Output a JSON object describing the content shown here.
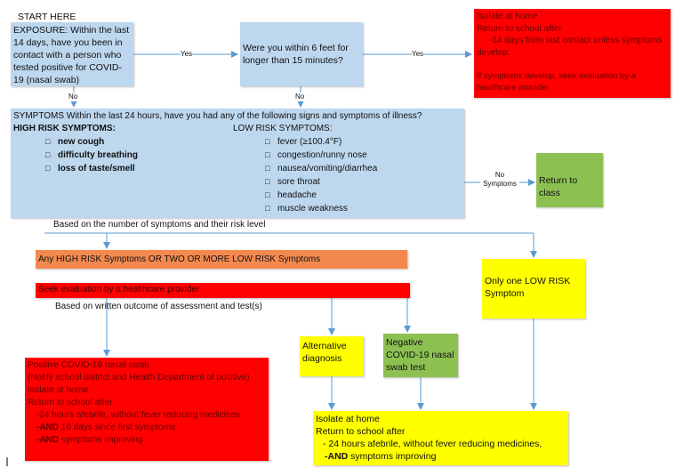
{
  "start_label": "START HERE",
  "exposure": "EXPOSURE: Within the last 14 days, have you been in contact with a person who tested positive for COVID-19 (nasal swab)",
  "proximity": "Were you within 6 feet for longer than 15 minutes?",
  "yes_label": "Yes",
  "no_label": "No",
  "isolate_contact": {
    "l1": "Isolate at home",
    "l2": "Return to school after",
    "l3": "-14 days from last contact unless symptoms develop.",
    "l4": "If symptoms develop, seek evaluation by a healthcare provider"
  },
  "symptoms": {
    "question": "SYMPTOMS Within the last 24 hours, have you had any of the following signs and symptoms of illness?",
    "high_title": "HIGH RISK SYMPTOMS:",
    "high": [
      "new cough",
      "difficulty breathing",
      "loss of taste/smell"
    ],
    "low_title": "LOW RISK SYMPTOMS:",
    "low": [
      "fever (≥100.4°F)",
      "congestion/runny nose",
      "nausea/vomiting/diarrhea",
      "sore throat",
      "headache",
      "muscle weakness"
    ]
  },
  "no_symptoms_label": "No Symptoms",
  "return_class": "Return to class",
  "based_on_symptoms": "Based on the number of symptoms and their risk level",
  "high_risk_box": "Any HIGH RISK Symptoms OR TWO OR MORE LOW RISK Symptoms",
  "one_low": "Only one LOW RISK Symptom",
  "seek_eval": "Seek evaluation by a healthcare provider",
  "based_on_written": "Based on written outcome of assessment and test(s)",
  "positive": {
    "l1": "Positive COVID-19 nasal swab",
    "l2": "(Notify school district and Health Department of positive)",
    "l3": "Isolate at home",
    "l4": "Return to school after",
    "l5": "-24 hours afebrile, without fever reducing medicines",
    "and": "-AND",
    "l6": "10 days since first symptoms",
    "l7": "symptoms improving"
  },
  "alternative": "Alternative diagnosis",
  "negative": "Negative COVID-19 nasal swab test",
  "isolate_final": {
    "l1": "Isolate at home",
    "l2": "Return to school after",
    "l3": "- 24 hours afebrile, without fever reducing medicines,",
    "and": "-AND",
    "l4": "symptoms improving"
  }
}
